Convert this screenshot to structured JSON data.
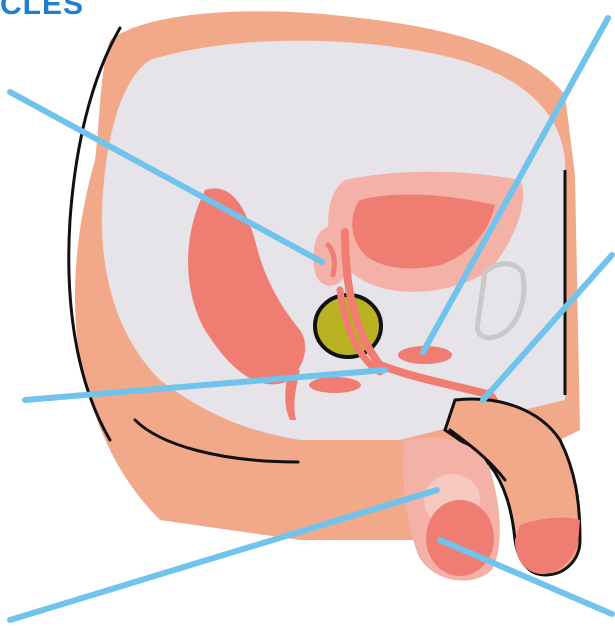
{
  "header": {
    "title_fragment": "CLES"
  },
  "colors": {
    "skin": "#f2a98a",
    "cavity": "#e6e4e9",
    "organ": "#f07d72",
    "organ_light": "#f4b1a8",
    "prostate": "#b9b323",
    "pointer": "#6fc3ec",
    "outline": "#111111"
  },
  "pointers": [
    {
      "target": "seminal-vesicle"
    },
    {
      "target": "bladder"
    },
    {
      "target": "vas-deferens"
    },
    {
      "target": "urethra"
    },
    {
      "target": "epididymis"
    },
    {
      "target": "testicle"
    }
  ]
}
